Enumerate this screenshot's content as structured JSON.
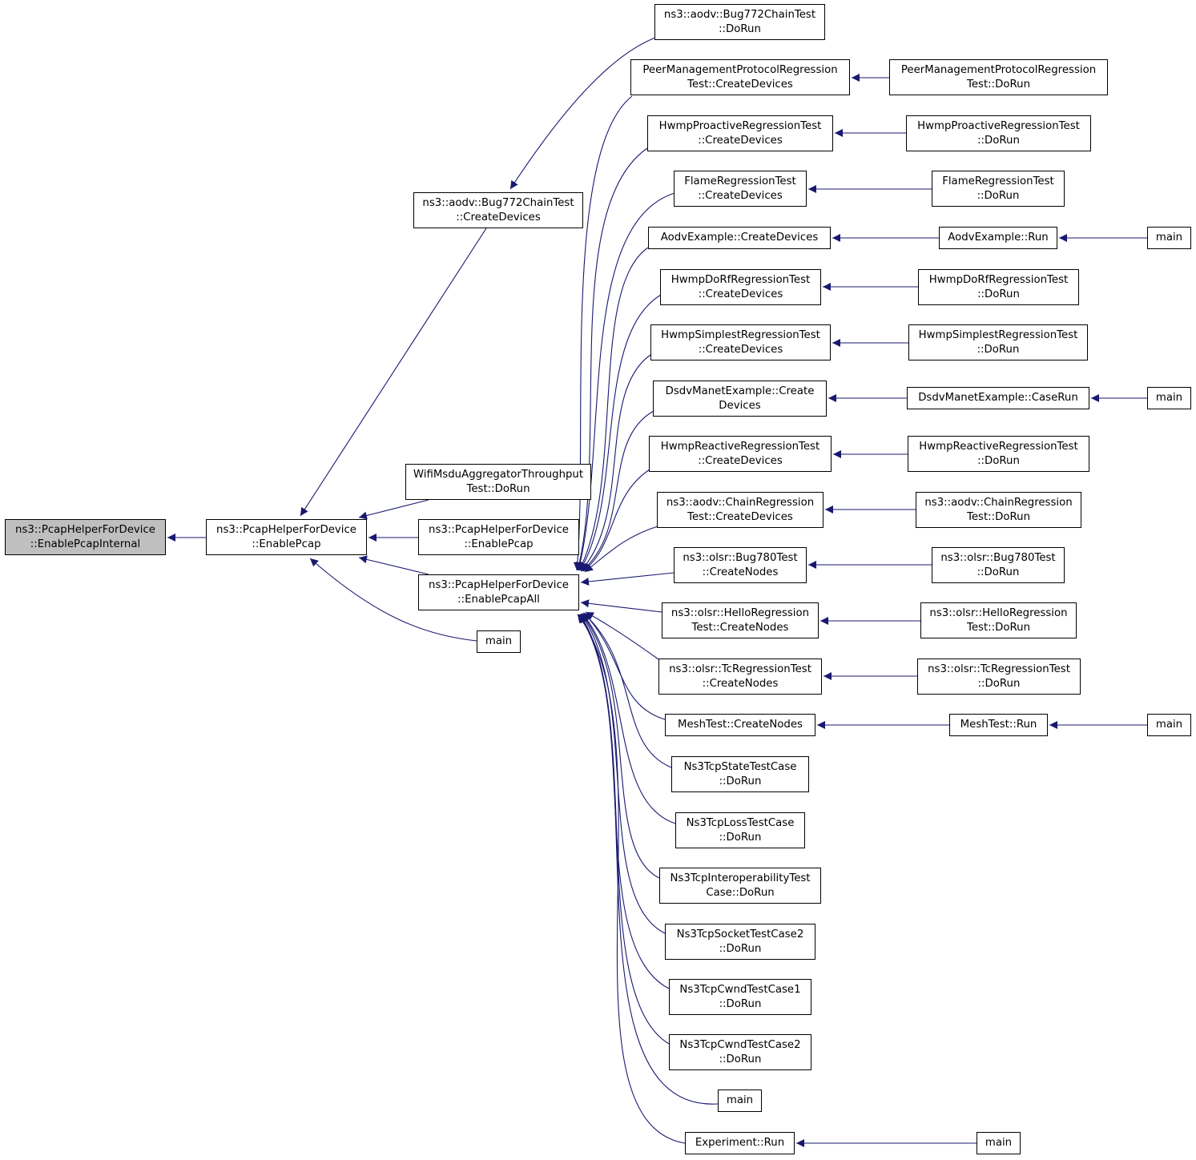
{
  "nodes": {
    "enable_pcap_internal": [
      "ns3::PcapHelperForDevice",
      "::EnablePcapInternal"
    ],
    "enable_pcap": [
      "ns3::PcapHelperForDevice",
      "::EnablePcap"
    ],
    "aodv_bug772_create": [
      "ns3::aodv::Bug772ChainTest",
      "::CreateDevices"
    ],
    "wifi_msdu_dorun": [
      "WifiMsduAggregatorThroughput",
      "Test::DoRun"
    ],
    "enable_pcap_2": [
      "ns3::PcapHelperForDevice",
      "::EnablePcap"
    ],
    "enable_pcap_all": [
      "ns3::PcapHelperForDevice",
      "::EnablePcapAll"
    ],
    "main_1": [
      "main"
    ],
    "aodv_bug772_dorun": [
      "ns3::aodv::Bug772ChainTest",
      "::DoRun"
    ],
    "peer_mgmt_create": [
      "PeerManagementProtocolRegression",
      "Test::CreateDevices"
    ],
    "hwmp_proactive_create": [
      "HwmpProactiveRegressionTest",
      "::CreateDevices"
    ],
    "flame_create": [
      "FlameRegressionTest",
      "::CreateDevices"
    ],
    "aodv_example_create": [
      "AodvExample::CreateDevices"
    ],
    "hwmp_dorf_create": [
      "HwmpDoRfRegressionTest",
      "::CreateDevices"
    ],
    "hwmp_simplest_create": [
      "HwmpSimplestRegressionTest",
      "::CreateDevices"
    ],
    "dsdv_manet_create": [
      "DsdvManetExample::Create",
      "Devices"
    ],
    "hwmp_reactive_create": [
      "HwmpReactiveRegressionTest",
      "::CreateDevices"
    ],
    "aodv_chain_create": [
      "ns3::aodv::ChainRegression",
      "Test::CreateDevices"
    ],
    "olsr_bug780_create": [
      "ns3::olsr::Bug780Test",
      "::CreateNodes"
    ],
    "olsr_hello_create": [
      "ns3::olsr::HelloRegression",
      "Test::CreateNodes"
    ],
    "olsr_tc_create": [
      "ns3::olsr::TcRegressionTest",
      "::CreateNodes"
    ],
    "mesh_test_create": [
      "MeshTest::CreateNodes"
    ],
    "tcp_state_dorun": [
      "Ns3TcpStateTestCase",
      "::DoRun"
    ],
    "tcp_loss_dorun": [
      "Ns3TcpLossTestCase",
      "::DoRun"
    ],
    "tcp_interop_dorun": [
      "Ns3TcpInteroperabilityTest",
      "Case::DoRun"
    ],
    "tcp_socket2_dorun": [
      "Ns3TcpSocketTestCase2",
      "::DoRun"
    ],
    "tcp_cwnd1_dorun": [
      "Ns3TcpCwndTestCase1",
      "::DoRun"
    ],
    "tcp_cwnd2_dorun": [
      "Ns3TcpCwndTestCase2",
      "::DoRun"
    ],
    "main_2": [
      "main"
    ],
    "experiment_run": [
      "Experiment::Run"
    ],
    "peer_mgmt_dorun": [
      "PeerManagementProtocolRegression",
      "Test::DoRun"
    ],
    "hwmp_proactive_dorun": [
      "HwmpProactiveRegressionTest",
      "::DoRun"
    ],
    "flame_dorun": [
      "FlameRegressionTest",
      "::DoRun"
    ],
    "aodv_example_run": [
      "AodvExample::Run"
    ],
    "hwmp_dorf_dorun": [
      "HwmpDoRfRegressionTest",
      "::DoRun"
    ],
    "hwmp_simplest_dorun": [
      "HwmpSimplestRegressionTest",
      "::DoRun"
    ],
    "dsdv_manet_caserun": [
      "DsdvManetExample::CaseRun"
    ],
    "hwmp_reactive_dorun": [
      "HwmpReactiveRegressionTest",
      "::DoRun"
    ],
    "aodv_chain_dorun": [
      "ns3::aodv::ChainRegression",
      "Test::DoRun"
    ],
    "olsr_bug780_dorun": [
      "ns3::olsr::Bug780Test",
      "::DoRun"
    ],
    "olsr_hello_dorun": [
      "ns3::olsr::HelloRegression",
      "Test::DoRun"
    ],
    "olsr_tc_dorun": [
      "ns3::olsr::TcRegressionTest",
      "::DoRun"
    ],
    "mesh_test_run": [
      "MeshTest::Run"
    ],
    "main_3": [
      "main"
    ],
    "main_4": [
      "main"
    ],
    "main_5": [
      "main"
    ],
    "main_6": [
      "main"
    ]
  },
  "edges": [
    [
      "enable_pcap",
      "enable_pcap_internal"
    ],
    [
      "aodv_bug772_create",
      "enable_pcap"
    ],
    [
      "wifi_msdu_dorun",
      "enable_pcap"
    ],
    [
      "enable_pcap_2",
      "enable_pcap"
    ],
    [
      "enable_pcap_all",
      "enable_pcap"
    ],
    [
      "main_1",
      "enable_pcap"
    ],
    [
      "aodv_bug772_dorun",
      "aodv_bug772_create"
    ],
    [
      "peer_mgmt_create",
      "enable_pcap_all"
    ],
    [
      "hwmp_proactive_create",
      "enable_pcap_all"
    ],
    [
      "flame_create",
      "enable_pcap_all"
    ],
    [
      "aodv_example_create",
      "enable_pcap_all"
    ],
    [
      "hwmp_dorf_create",
      "enable_pcap_all"
    ],
    [
      "hwmp_simplest_create",
      "enable_pcap_all"
    ],
    [
      "dsdv_manet_create",
      "enable_pcap_all"
    ],
    [
      "hwmp_reactive_create",
      "enable_pcap_all"
    ],
    [
      "aodv_chain_create",
      "enable_pcap_all"
    ],
    [
      "olsr_bug780_create",
      "enable_pcap_all"
    ],
    [
      "olsr_hello_create",
      "enable_pcap_all"
    ],
    [
      "olsr_tc_create",
      "enable_pcap_all"
    ],
    [
      "mesh_test_create",
      "enable_pcap_all"
    ],
    [
      "tcp_state_dorun",
      "enable_pcap_all"
    ],
    [
      "tcp_loss_dorun",
      "enable_pcap_all"
    ],
    [
      "tcp_interop_dorun",
      "enable_pcap_all"
    ],
    [
      "tcp_socket2_dorun",
      "enable_pcap_all"
    ],
    [
      "tcp_cwnd1_dorun",
      "enable_pcap_all"
    ],
    [
      "tcp_cwnd2_dorun",
      "enable_pcap_all"
    ],
    [
      "main_2",
      "enable_pcap_all"
    ],
    [
      "experiment_run",
      "enable_pcap_all"
    ],
    [
      "peer_mgmt_dorun",
      "peer_mgmt_create"
    ],
    [
      "hwmp_proactive_dorun",
      "hwmp_proactive_create"
    ],
    [
      "flame_dorun",
      "flame_create"
    ],
    [
      "aodv_example_run",
      "aodv_example_create"
    ],
    [
      "hwmp_dorf_dorun",
      "hwmp_dorf_create"
    ],
    [
      "hwmp_simplest_dorun",
      "hwmp_simplest_create"
    ],
    [
      "dsdv_manet_caserun",
      "dsdv_manet_create"
    ],
    [
      "hwmp_reactive_dorun",
      "hwmp_reactive_create"
    ],
    [
      "aodv_chain_dorun",
      "aodv_chain_create"
    ],
    [
      "olsr_bug780_dorun",
      "olsr_bug780_create"
    ],
    [
      "olsr_hello_dorun",
      "olsr_hello_create"
    ],
    [
      "olsr_tc_dorun",
      "olsr_tc_create"
    ],
    [
      "mesh_test_run",
      "mesh_test_create"
    ],
    [
      "main_3",
      "aodv_example_run"
    ],
    [
      "main_4",
      "dsdv_manet_caserun"
    ],
    [
      "main_5",
      "mesh_test_run"
    ],
    [
      "main_6",
      "experiment_run"
    ]
  ],
  "colors": {
    "edge": "#191970",
    "focus_fill": "#bfbfbf",
    "node_fill": "#ffffff",
    "node_border": "#000000"
  }
}
